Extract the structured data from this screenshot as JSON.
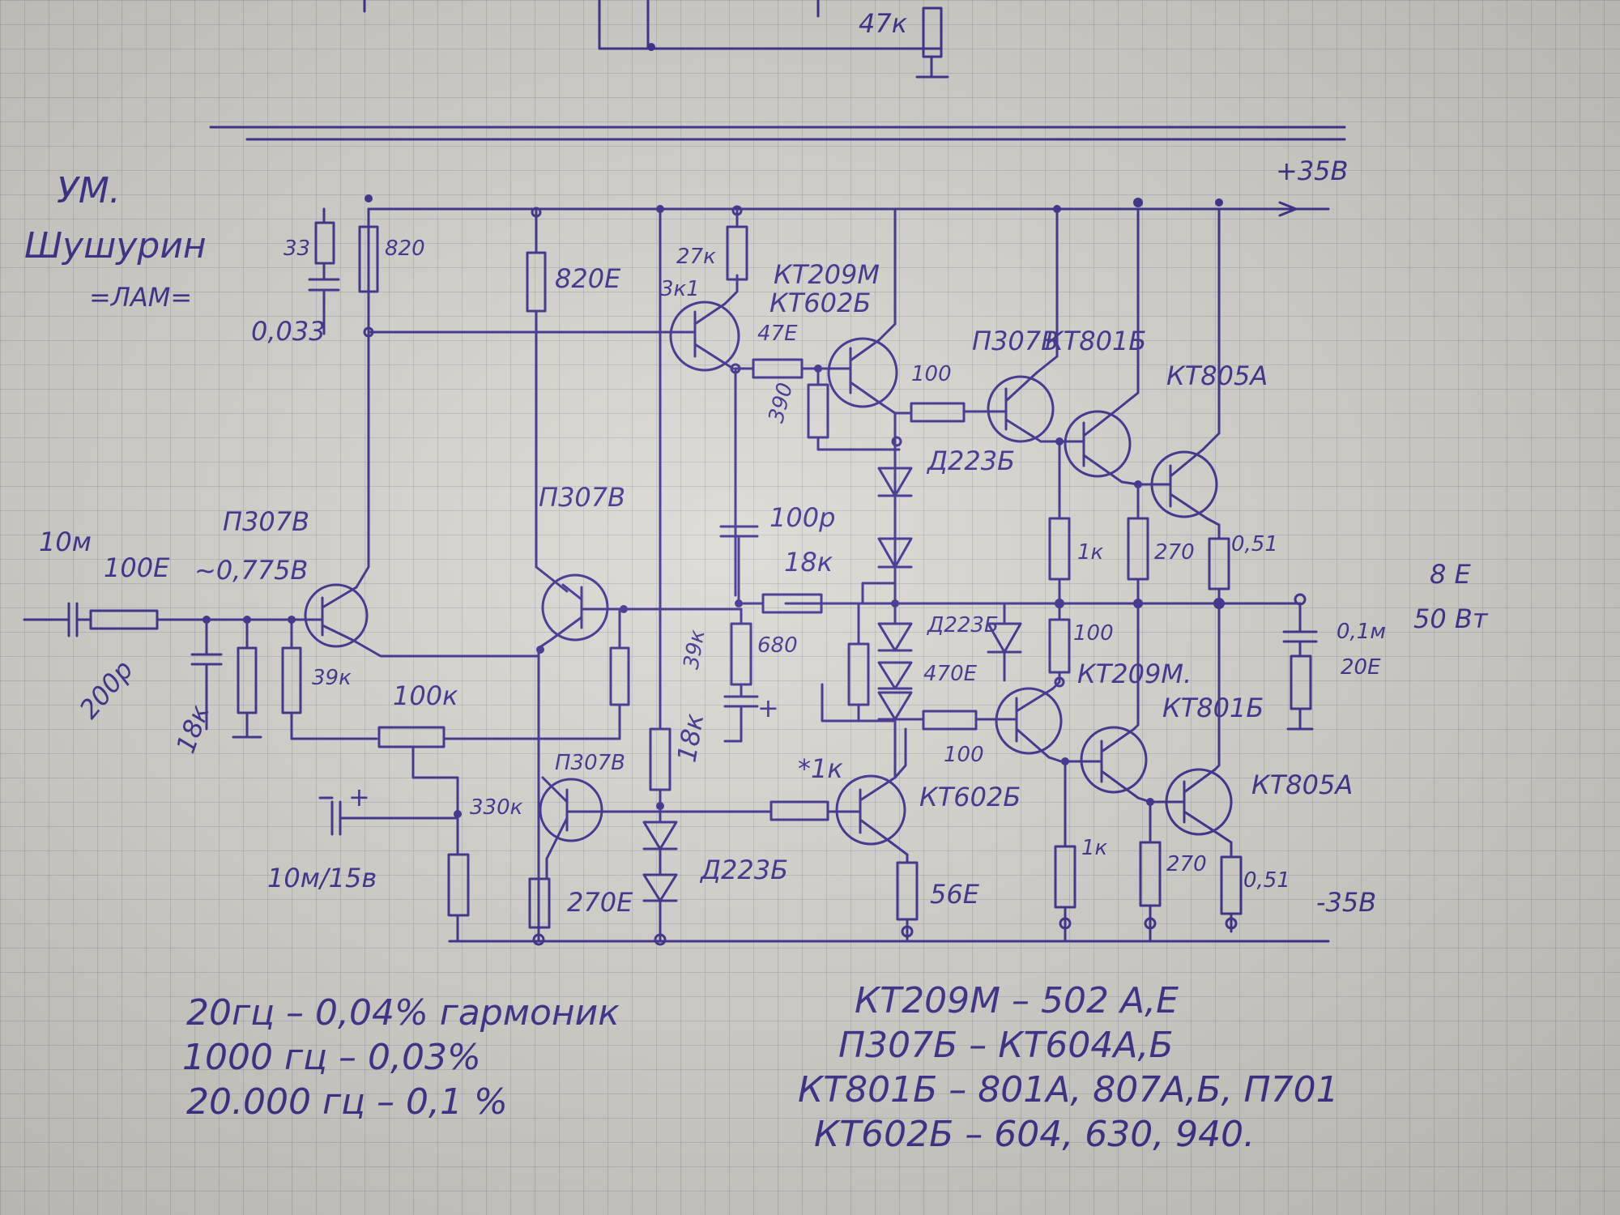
{
  "title": "УМ.",
  "author": "Шушурин",
  "subtitle": "=ЛАМ=",
  "supply_pos": "+35В",
  "supply_neg": "-35В",
  "load": "8 Ε",
  "power": "50 Вт",
  "component_labels": {
    "r33": "33",
    "r820a": "820",
    "c0033": "0,033",
    "r820b": "820Ε",
    "r27k": "27к",
    "r3k1": "3к1",
    "r47": "47Ε",
    "r390": "390",
    "r100a": "100",
    "t_kt209m_top": "КТ209М",
    "t_kt602b_top": "КТ602Б",
    "t_p307v_top": "П307В",
    "t_kt801b_top": "КТ801Б",
    "t_kt805a_top": "КТ805А",
    "d_top": "Д223Б",
    "c_in": "10м",
    "r_in": "100Ε",
    "t_p307v_in": "П307В",
    "v_in": "~0,775В",
    "c_200p": "200р",
    "r_18k_a": "18к",
    "r_39k_a": "39к",
    "t_p307v_mid": "П307В",
    "c_100p": "100р",
    "r_18k_b": "18к",
    "r_39k_b": "39к",
    "r_680": "680",
    "r_100k": "100к",
    "d_mid": "Д223Б",
    "r_100b": "100",
    "r_470": "470Ε",
    "t_kt209m_bot": "КТ209М.",
    "t_kt801b_bot": "КТ801Б",
    "r_1k_a": "1к",
    "r_270_a": "270",
    "r_051_a": "0,51",
    "c_01m": "0,1м",
    "r_20": "20Ε",
    "r_100c": "100",
    "c_10m15": "10м/15в",
    "r_330k": "330к",
    "t_p307v_bot": "П307В",
    "r_18k_c": "18к",
    "r_1k_star": "*1к",
    "t_kt602b_bot": "КТ602Б",
    "t_kt805a_bot": "КТ805А",
    "d_bot": "Д223Б",
    "r_270e": "270Ε",
    "r_56": "56Ε",
    "r_1k_b": "1к",
    "r_270_b": "270",
    "r_051_b": "0,51",
    "top_47k": "47к"
  },
  "notes": {
    "harmonics": [
      "20гц – 0,04% гармоник",
      "1000 гц – 0,03%",
      "20.000 гц – 0,1 %"
    ],
    "replacements": [
      "КТ209М – 502 А,Е",
      "П307Б – КТ604А,Б",
      "КТ801Б – 801А, 807А,Б, П701",
      "КТ602Б – 604, 630, 940."
    ]
  }
}
